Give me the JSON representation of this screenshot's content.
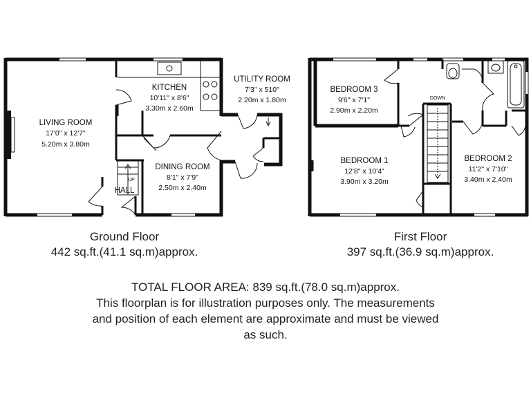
{
  "ground_floor": {
    "title": "Ground Floor",
    "area": "442 sq.ft.(41.1 sq.m)approx.",
    "rooms": {
      "living": {
        "name": "LIVING ROOM",
        "imperial": "17'0\" x 12'7\"",
        "metric": "5.20m x 3.80m"
      },
      "kitchen": {
        "name": "KITCHEN",
        "imperial": "10'11\" x 8'6\"",
        "metric": "3.30m x 2.60m"
      },
      "utility": {
        "name": "UTILITY ROOM",
        "imperial": "7'3\" x 510\"",
        "metric": "2.20m x 1.80m"
      },
      "dining": {
        "name": "DINING ROOM",
        "imperial": "8'1\" x 7'9\"",
        "metric": "2.50m x 2.40m"
      },
      "hall": {
        "name": "HALL"
      }
    },
    "stair_label": "UP"
  },
  "first_floor": {
    "title": "First Floor",
    "area": "397 sq.ft.(36.9 sq.m)approx.",
    "rooms": {
      "bedroom3": {
        "name": "BEDROOM 3",
        "imperial": "9'6\" x 7'1\"",
        "metric": "2.90m x 2.20m"
      },
      "bedroom1": {
        "name": "BEDROOM 1",
        "imperial": "12'8\" x 10'4\"",
        "metric": "3.90m x 3.20m"
      },
      "bedroom2": {
        "name": "BEDROOM 2",
        "imperial": "11'2\" x 7'10\"",
        "metric": "3.40m x 2.40m"
      }
    },
    "stair_label": "DOWN"
  },
  "footer": {
    "total": "TOTAL FLOOR AREA: 839 sq.ft.(78.0 sq.m)approx.",
    "disclaimer_1": "This floorplan is for illustration purposes only. The measurements",
    "disclaimer_2": "and position of each element are approximate and must be viewed",
    "disclaimer_3": "as such."
  }
}
